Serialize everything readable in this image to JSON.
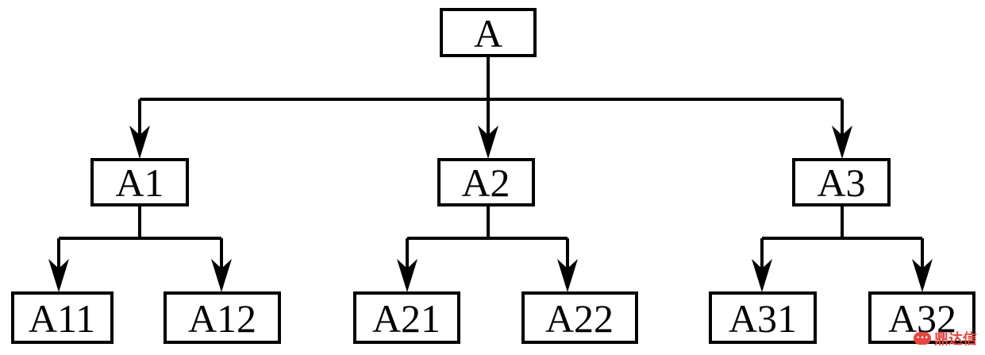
{
  "diagram": {
    "root": {
      "label": "A"
    },
    "level1": [
      {
        "label": "A1",
        "children": [
          {
            "label": "A11"
          },
          {
            "label": "A12"
          }
        ]
      },
      {
        "label": "A2",
        "children": [
          {
            "label": "A21"
          },
          {
            "label": "A22"
          }
        ]
      },
      {
        "label": "A3",
        "children": [
          {
            "label": "A31"
          },
          {
            "label": "A32"
          }
        ]
      }
    ]
  },
  "watermark": {
    "icon": "chat-bubble-icon",
    "text": "鼎达信"
  },
  "colors": {
    "line": "#000000",
    "box_fill": "#ffffff",
    "watermark": "#e8453c"
  }
}
